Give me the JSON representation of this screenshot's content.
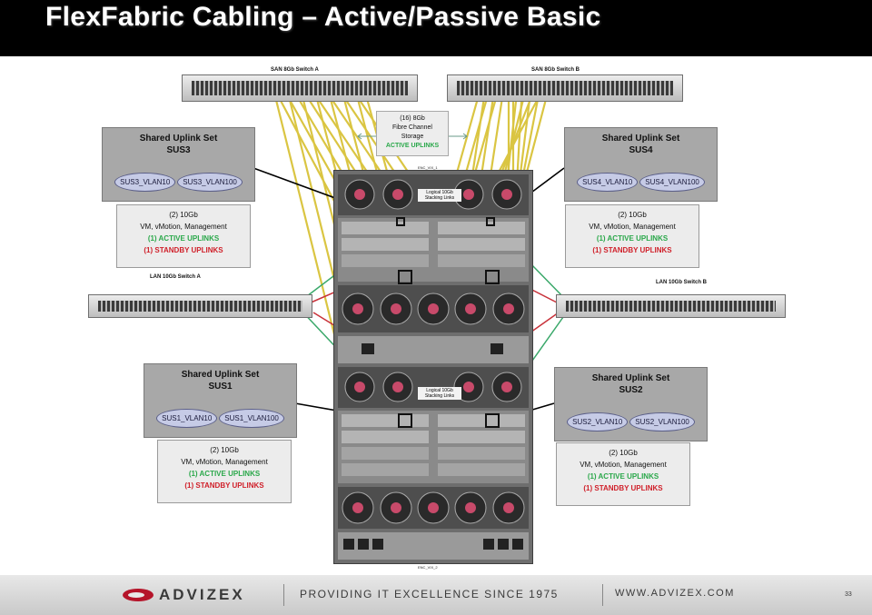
{
  "title": "FlexFabric Cabling – Active/Passive Basic",
  "san_switches": {
    "a": "SAN 8Gb Switch A",
    "b": "SAN 8Gb Switch B"
  },
  "lan_switches": {
    "a": "LAN 10Gb Switch A",
    "b": "LAN 10Gb Switch B"
  },
  "fibre_channel": {
    "line1": "(16) 8Gb",
    "line2": "Fibre Channel",
    "line3": "Storage",
    "status": "ACTIVE UPLINKS"
  },
  "chassis": {
    "top_label": "ENC_VIX_1",
    "bottom_label": "ENC_VIX_2",
    "stacking_label_top_line1": "Logical 10Gb",
    "stacking_label_top_line2": "Stacking Links",
    "stacking_label_bottom_line1": "Logical 10Gb",
    "stacking_label_bottom_line2": "Stacking Links"
  },
  "sus": {
    "sus3": {
      "title": "Shared Uplink Set",
      "name": "SUS3",
      "vlans": [
        "SUS3_VLAN10",
        "SUS3_VLAN100"
      ]
    },
    "sus4": {
      "title": "Shared Uplink Set",
      "name": "SUS4",
      "vlans": [
        "SUS4_VLAN10",
        "SUS4_VLAN100"
      ]
    },
    "sus1": {
      "title": "Shared Uplink Set",
      "name": "SUS1",
      "vlans": [
        "SUS1_VLAN10",
        "SUS1_VLAN100"
      ]
    },
    "sus2": {
      "title": "Shared Uplink Set",
      "name": "SUS2",
      "vlans": [
        "SUS2_VLAN10",
        "SUS2_VLAN100"
      ]
    }
  },
  "uplink_info": {
    "line1": "(2) 10Gb",
    "line2": "VM, vMotion, Management",
    "active": "(1) ACTIVE UPLINKS",
    "standby": "(1) STANDBY UPLINKS"
  },
  "footer": {
    "logo": "ADVIZEX",
    "tagline": "PROVIDING IT EXCELLENCE SINCE 1975",
    "url": "WWW.ADVIZEX.COM",
    "page": "33"
  },
  "colors": {
    "fibre": "#d9c238",
    "active_uplink": "#3aa86a",
    "standby_uplink": "#c8323a",
    "sus_oval": "#c6cbe6",
    "logo_red": "#b5142a"
  }
}
